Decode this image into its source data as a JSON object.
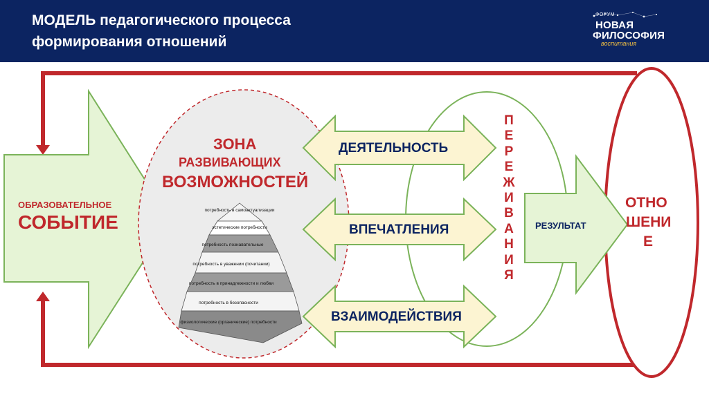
{
  "header": {
    "title_line1": "МОДЕЛЬ педагогического процесса",
    "title_line2": "формирования отношений"
  },
  "logo": {
    "top": "ФОРУМ",
    "line1": "НОВАЯ",
    "line2": "ФИЛОСОФИЯ",
    "line3": "воспитания"
  },
  "left_block": {
    "small": "ОБРАЗОВАТЕЛЬНОЕ",
    "big": "СОБЫТИЕ"
  },
  "zone": {
    "line1": "ЗОНА",
    "line2": "РАЗВИВАЮЩИХ",
    "line3": "ВОЗМОЖНОСТЕЙ"
  },
  "pyramid_layers": [
    {
      "main": "потребность в самоактуализации",
      "side": ""
    },
    {
      "main": "эстетические потребности",
      "side": ""
    },
    {
      "main": "потребность познавательные",
      "side": ""
    },
    {
      "main": "потребность в уважении (почитании)",
      "side": ""
    },
    {
      "main": "потребность в принадлежности и любви",
      "side": ""
    },
    {
      "main": "потребность в безопасности",
      "side": ""
    },
    {
      "main": "физиологические (органические) потребности",
      "side": ""
    }
  ],
  "arrows": {
    "activity": "ДЕЯТЕЛЬНОСТЬ",
    "impressions": "ВПЕЧАТЛЕНИЯ",
    "interactions": "ВЗАИМОДЕЙСТВИЯ"
  },
  "experience_letters": [
    "П",
    "Е",
    "Р",
    "Е",
    "Ж",
    "И",
    "В",
    "А",
    "Н",
    "И",
    "Я"
  ],
  "result": "РЕЗУЛЬТАТ",
  "relation": {
    "line1": "ОТНО",
    "line2": "ШЕНИ",
    "line3": "Е"
  },
  "colors": {
    "header_bg": "#0c2461",
    "red": "#c0282c",
    "green_fill": "#e6f4d6",
    "green_stroke": "#7bb35a",
    "yellow_fill": "#fcf4d2",
    "yellow_stroke": "#7bb35a"
  }
}
